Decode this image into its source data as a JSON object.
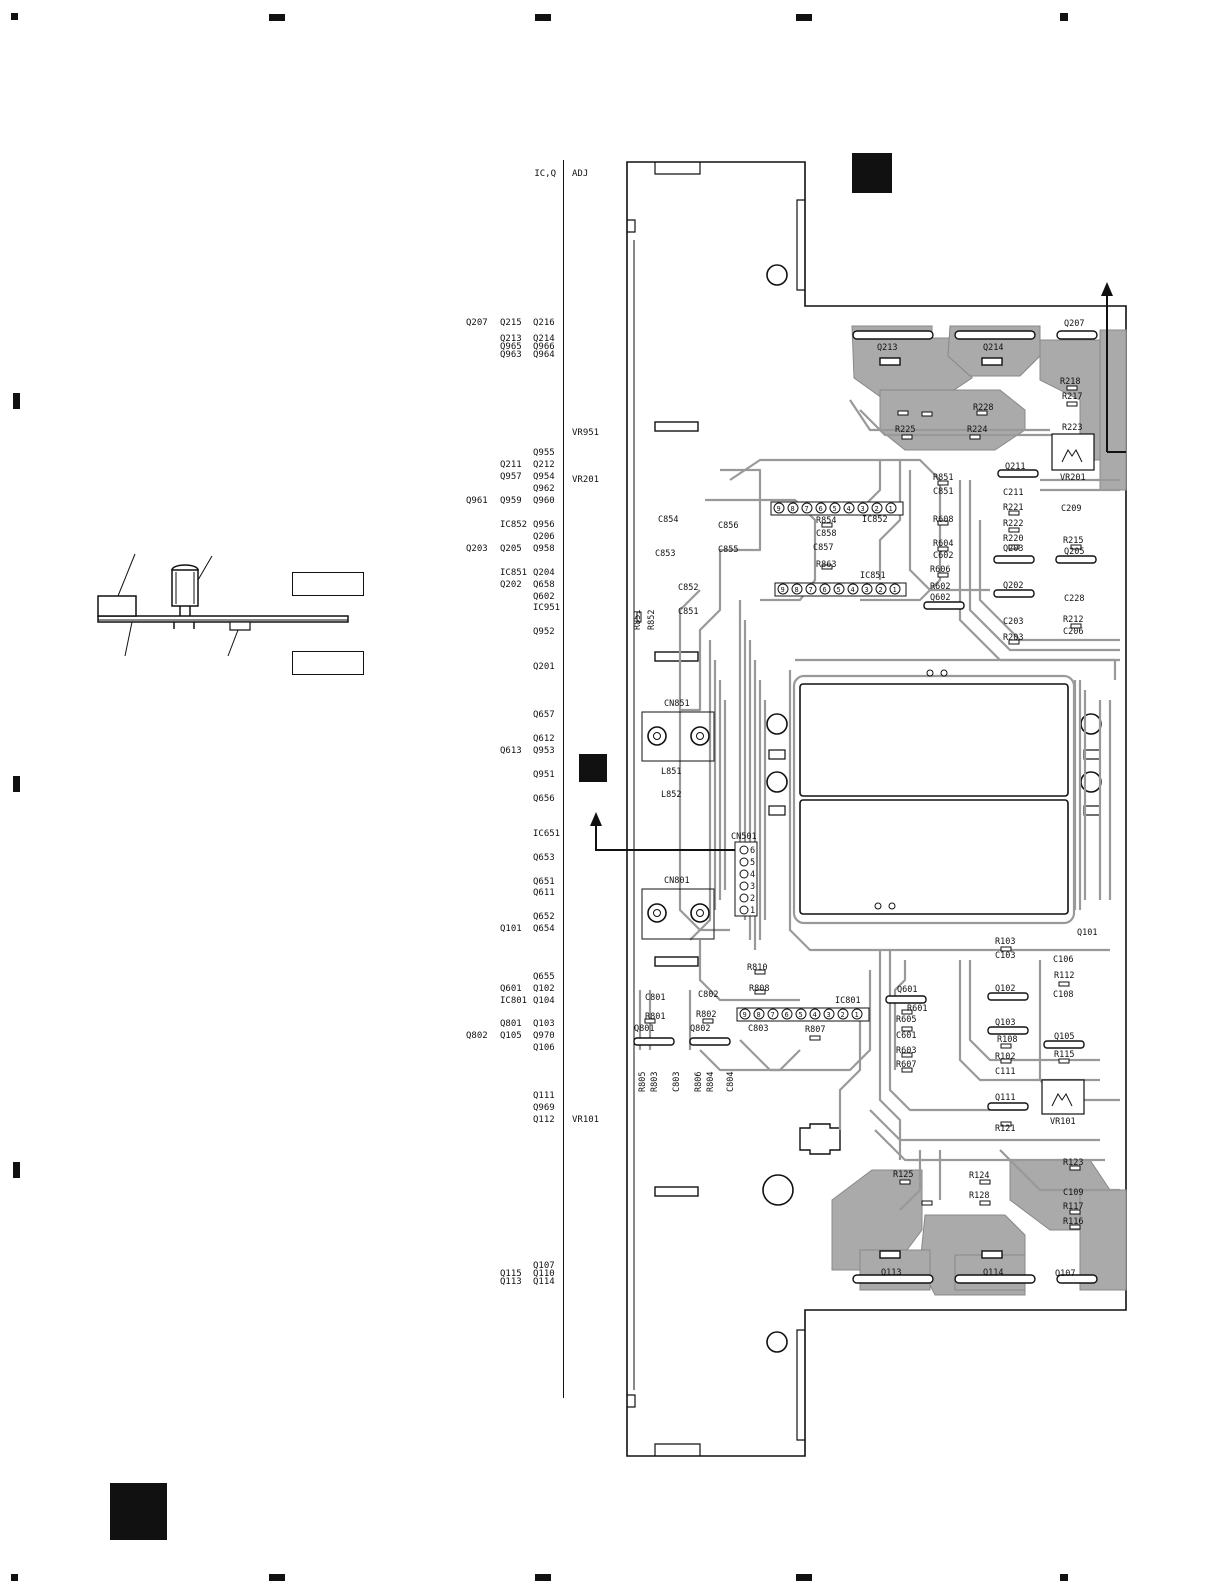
{
  "header": {
    "left_label": "IC,Q",
    "right_label": "ADJ"
  },
  "index_left": [
    {
      "row": 323,
      "cells": [
        "Q207",
        "Q215",
        "Q216"
      ]
    },
    {
      "row": 339,
      "cells": [
        "Q213",
        "Q214"
      ]
    },
    {
      "row": 347,
      "cells": [
        "Q965",
        "Q966"
      ]
    },
    {
      "row": 355,
      "cells": [
        "Q963",
        "Q964"
      ]
    },
    {
      "row": 453,
      "cells": [
        "Q955"
      ]
    },
    {
      "row": 465,
      "cells": [
        "Q211",
        "Q212"
      ]
    },
    {
      "row": 477,
      "cells": [
        "Q957",
        "Q954"
      ]
    },
    {
      "row": 489,
      "cells": [
        "Q962"
      ]
    },
    {
      "row": 501,
      "cells": [
        "Q961",
        "Q959",
        "Q960"
      ]
    },
    {
      "row": 525,
      "cells": [
        "IC852",
        "Q956"
      ]
    },
    {
      "row": 537,
      "cells": [
        "Q206"
      ]
    },
    {
      "row": 549,
      "cells": [
        "Q203",
        "Q205",
        "Q958"
      ]
    },
    {
      "row": 573,
      "cells": [
        "IC851",
        "Q204"
      ]
    },
    {
      "row": 585,
      "cells": [
        "Q202",
        "Q658"
      ]
    },
    {
      "row": 597,
      "cells": [
        "Q602"
      ]
    },
    {
      "row": 608,
      "cells": [
        "IC951"
      ]
    },
    {
      "row": 632,
      "cells": [
        "Q952"
      ]
    },
    {
      "row": 667,
      "cells": [
        "Q201"
      ]
    },
    {
      "row": 715,
      "cells": [
        "Q657"
      ]
    },
    {
      "row": 739,
      "cells": [
        "Q612"
      ]
    },
    {
      "row": 751,
      "cells": [
        "Q613",
        "Q953"
      ]
    },
    {
      "row": 775,
      "cells": [
        "Q951"
      ]
    },
    {
      "row": 799,
      "cells": [
        "Q656"
      ]
    },
    {
      "row": 834,
      "cells": [
        "IC651"
      ]
    },
    {
      "row": 858,
      "cells": [
        "Q653"
      ]
    },
    {
      "row": 882,
      "cells": [
        "Q651"
      ]
    },
    {
      "row": 893,
      "cells": [
        "Q611"
      ]
    },
    {
      "row": 917,
      "cells": [
        "Q652"
      ]
    },
    {
      "row": 929,
      "cells": [
        "Q101",
        "Q654"
      ]
    },
    {
      "row": 977,
      "cells": [
        "Q655"
      ]
    },
    {
      "row": 989,
      "cells": [
        "Q601",
        "Q102"
      ]
    },
    {
      "row": 1001,
      "cells": [
        "IC801",
        "Q104"
      ]
    },
    {
      "row": 1024,
      "cells": [
        "Q801",
        "Q103"
      ]
    },
    {
      "row": 1036,
      "cells": [
        "Q802",
        "Q105",
        "Q970"
      ]
    },
    {
      "row": 1048,
      "cells": [
        "Q106"
      ]
    },
    {
      "row": 1096,
      "cells": [
        "Q111"
      ]
    },
    {
      "row": 1108,
      "cells": [
        "Q969"
      ]
    },
    {
      "row": 1120,
      "cells": [
        "Q112"
      ]
    },
    {
      "row": 1266,
      "cells": [
        "Q107"
      ]
    },
    {
      "row": 1274,
      "cells": [
        "Q115",
        "Q110"
      ]
    },
    {
      "row": 1282,
      "cells": [
        "Q113",
        "Q114"
      ]
    }
  ],
  "index_adj": [
    {
      "row": 433,
      "label": "VR951"
    },
    {
      "row": 480,
      "label": "VR201"
    },
    {
      "row": 1120,
      "label": "VR101"
    }
  ],
  "pcb_labels": {
    "q213": "Q213",
    "q214": "Q214",
    "q207": "Q207",
    "r218": "R218",
    "r217": "R217",
    "r228": "R228",
    "r224": "R224",
    "r225": "R225",
    "r223": "R223",
    "vr201": "VR201",
    "q211": "Q211",
    "c211": "C211",
    "r221": "R221",
    "c209": "C209",
    "r222": "R222",
    "r220": "R220",
    "q203": "Q203",
    "r215": "R215",
    "q205": "Q205",
    "q202": "Q202",
    "c228": "C228",
    "c203": "C203",
    "r212": "R212",
    "r203": "R203",
    "c206": "C206",
    "r851": "R851",
    "c851": "C851",
    "r608": "R608",
    "r604": "R604",
    "c602": "C602",
    "r606": "R606",
    "r602": "R602",
    "q602": "Q602",
    "ic852": "IC852",
    "r854": "R854",
    "c858": "C858",
    "c857": "C857",
    "r863": "R863",
    "ic851": "IC851",
    "c854": "C854",
    "c856": "C856",
    "c853": "C853",
    "c855": "C855",
    "c852": "C852",
    "c851b": "C851",
    "r851b": "R851",
    "r852": "R852",
    "cn851": "CN851",
    "l851": "L851",
    "l852": "L852",
    "cn501": "CN501",
    "cn801": "CN801",
    "r810": "R810",
    "r808": "R808",
    "ic801": "IC801",
    "c801": "C801",
    "c802": "C802",
    "r801": "R801",
    "r802": "R802",
    "q801": "Q801",
    "q802": "Q802",
    "c803": "C803",
    "r807": "R807",
    "r805": "R805",
    "r803": "R803",
    "c803b": "C803",
    "r806": "R806",
    "r804": "R804",
    "c804": "C804",
    "q601": "Q601",
    "r601": "R601",
    "r605": "R605",
    "c601": "C601",
    "r603": "R603",
    "r607": "R607",
    "r103": "R103",
    "c103": "C103",
    "q102": "Q102",
    "q103": "Q103",
    "r108": "R108",
    "r102": "R102",
    "c111": "C111",
    "q111": "Q111",
    "r121": "R121",
    "c106": "C106",
    "r112": "R112",
    "c108": "C108",
    "q105": "Q105",
    "r115": "R115",
    "vr101": "VR101",
    "q101": "Q101",
    "r125": "R125",
    "r124": "R124",
    "r128": "R128",
    "r123": "R123",
    "c109": "C109",
    "r117": "R117",
    "r116": "R116",
    "q113": "Q113",
    "q114": "Q114",
    "q107": "Q107"
  },
  "cn_pins": [
    "6",
    "5",
    "4",
    "3",
    "2",
    "1"
  ],
  "ic_pins_9": [
    "9",
    "8",
    "7",
    "6",
    "5",
    "4",
    "3",
    "2",
    "1"
  ],
  "colors": {
    "copper": "#aaaaaa",
    "trace": "#888888",
    "ink": "#111111"
  }
}
